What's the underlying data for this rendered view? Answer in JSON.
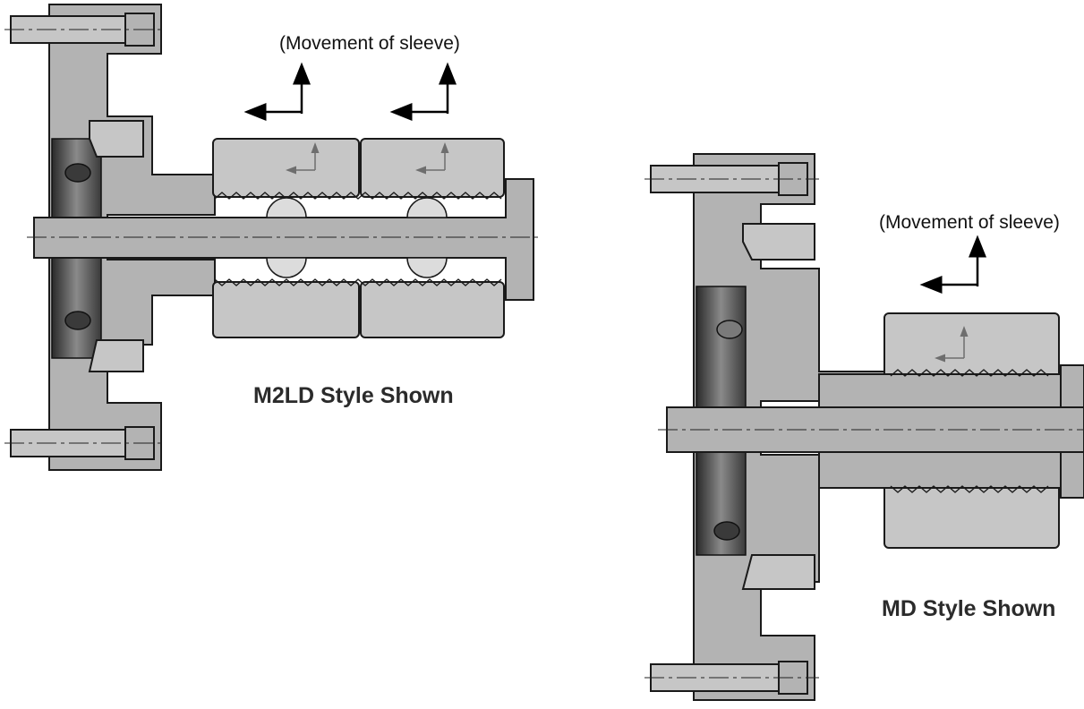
{
  "diagrams": [
    {
      "label": "M2LD Style Shown",
      "movement_label": "(Movement of sleeve)"
    },
    {
      "label": "MD Style Shown",
      "movement_label": "(Movement of sleeve)"
    }
  ],
  "colors": {
    "metal": "#b3b3b3",
    "outline": "#1a1a1a",
    "dark": "#3a3a3a"
  }
}
